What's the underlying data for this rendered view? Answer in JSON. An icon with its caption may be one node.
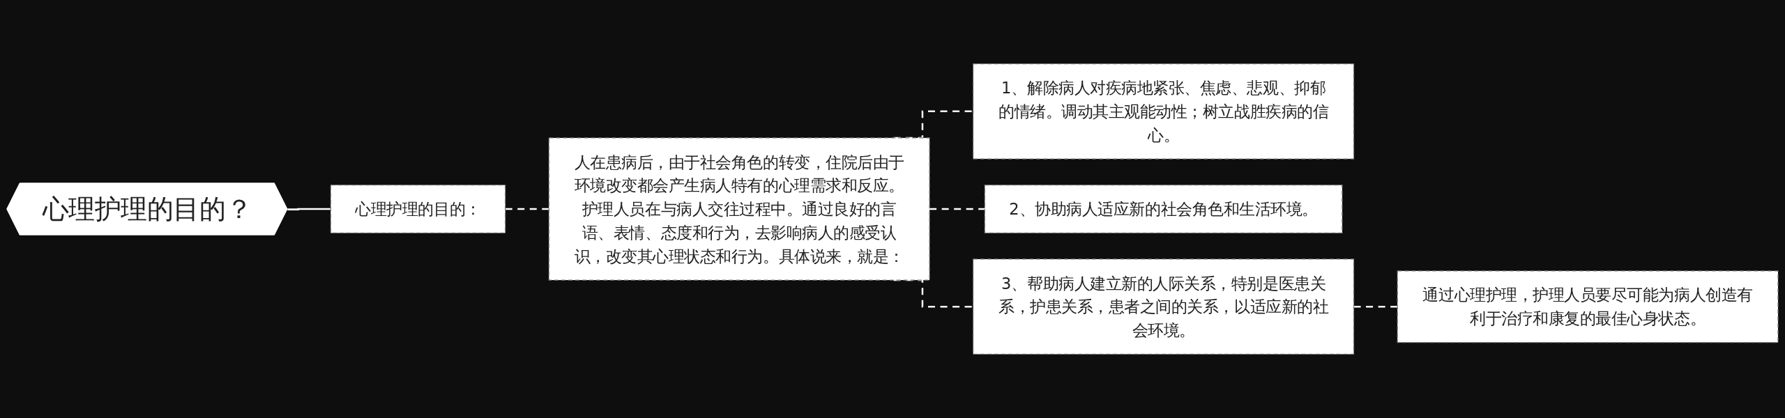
{
  "diagram": {
    "nodes": [
      {
        "text": [
          "心理护理的目的？"
        ]
      },
      {
        "text": [
          "心理护理的目的："
        ]
      },
      {
        "text": [
          "人在患病后，由于社会角色的转变，住院后由于环境改变都会产生病人特有的心理需求和反应。护理人员在与病人交往过程中。通过良好的言语、表情、态度和行为，去影响病人的感受认识，改变其心理状态和行为。具体说来，就是："
        ]
      },
      {
        "text": [
          "1、解除病人对疾病地紧张、焦虑、悲观、抑郁的情绪。调动其主观能动性；树立战胜疾病的信心。"
        ]
      },
      {
        "text": [
          "2、协助病人适应新的社会角色和生活环境。"
        ]
      },
      {
        "text": [
          "3、帮助病人建立新的人际关系，特别是医患关系，护患关系，患者之间的关系，以适应新的社会环境。"
        ]
      },
      {
        "text": [
          "通过心理护理，护理人员要尽可能为病人创造有利于治疗和康复的最佳心身状态。"
        ]
      }
    ],
    "edges": [
      {
        "from": 0,
        "to": 1,
        "arrow": "none"
      },
      {
        "from": 1,
        "to": 2,
        "arrow": "none",
        "style": "dashed"
      },
      {
        "from": 2,
        "to": 3,
        "arrow": "none",
        "style": "dashed"
      },
      {
        "from": 2,
        "to": 4,
        "arrow": "none",
        "style": "dashed"
      },
      {
        "from": 2,
        "to": 5,
        "arrow": "none",
        "style": "dashed"
      },
      {
        "from": 5,
        "to": 6,
        "arrow": "none",
        "style": "dashed"
      }
    ]
  }
}
